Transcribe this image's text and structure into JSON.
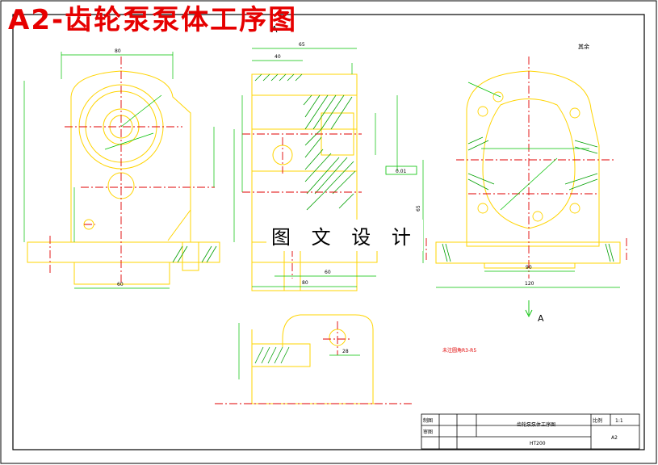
{
  "title": "A2-齿轮泵泵体工序图",
  "watermark": "图 文 设 计",
  "colors": {
    "border": "#000000",
    "outline": "#ffd400",
    "hatch": "#00a000",
    "center": "#e00000",
    "dim": "#00c000",
    "text": "#000000"
  },
  "views": {
    "section_label": "A-",
    "view_label": "A",
    "surface_mark": "其余",
    "note": "未注圆角R3-R5"
  },
  "dims": {
    "d80_top": "80",
    "d60_bottom": "60",
    "d40": "40",
    "d65": "65",
    "d60_mid": "60",
    "d80_mid": "80",
    "d120": "120",
    "d90": "90",
    "d65_side": "65",
    "d28": "28",
    "tol": "0.01"
  },
  "title_block": {
    "drawn": "制图",
    "checked": "审图",
    "name": "齿轮泵泵体工序图",
    "scale_label": "比例",
    "scale": "1:1",
    "material": "HT200",
    "code": "A2"
  }
}
